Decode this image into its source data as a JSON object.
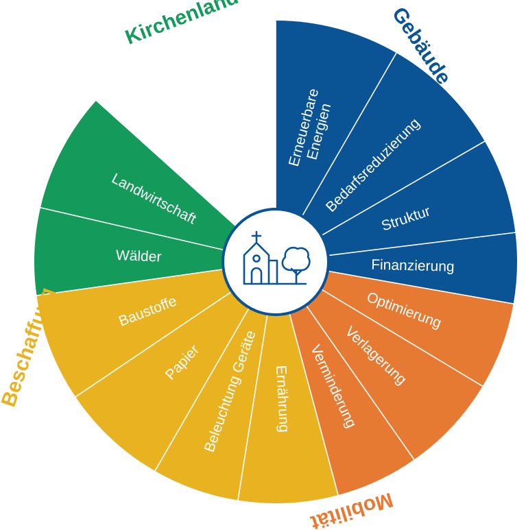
{
  "center": {
    "icon": "church-tree-icon"
  },
  "colors": {
    "gebaeude": "#0a5394",
    "mobilitaet": "#e67a33",
    "beschaffung": "#e8b220",
    "kirchenland": "#149a5a",
    "divider": "#ffffff",
    "center_fill": "#ffffff",
    "center_ring": "#0a5394"
  },
  "categories": [
    {
      "id": "gebaeude",
      "label": "Gebäude",
      "segments": [
        {
          "label": "Erneuerbare Energien",
          "lines": [
            "Erneuerbare",
            "Energien"
          ]
        },
        {
          "label": "Bedarfsreduzierung",
          "lines": [
            "Bedarfsreduzierung"
          ]
        },
        {
          "label": "Struktur",
          "lines": [
            "Struktur"
          ]
        },
        {
          "label": "Finanzierung",
          "lines": [
            "Finanzierung"
          ]
        }
      ]
    },
    {
      "id": "mobilitaet",
      "label": "Mobilität",
      "segments": [
        {
          "label": "Optimierung",
          "lines": [
            "Optimierung"
          ]
        },
        {
          "label": "Verlagerung",
          "lines": [
            "Verlagerung"
          ]
        },
        {
          "label": "Verminderung",
          "lines": [
            "Verminderung"
          ]
        }
      ]
    },
    {
      "id": "beschaffung",
      "label": "Beschaffung",
      "segments": [
        {
          "label": "Ernährung",
          "lines": [
            "Ernährung"
          ]
        },
        {
          "label": "Beleuchtung Geräte",
          "lines": [
            "Beleuchtung Geräte"
          ]
        },
        {
          "label": "Papier",
          "lines": [
            "Papier"
          ]
        },
        {
          "label": "Baustoffe",
          "lines": [
            "Baustoffe"
          ]
        }
      ]
    },
    {
      "id": "kirchenland",
      "label": "Kirchenland",
      "segments": [
        {
          "label": "Wälder",
          "lines": [
            "Wälder"
          ]
        },
        {
          "label": "Landwirtschaft",
          "lines": [
            "Landwirtschaft"
          ]
        }
      ]
    }
  ]
}
